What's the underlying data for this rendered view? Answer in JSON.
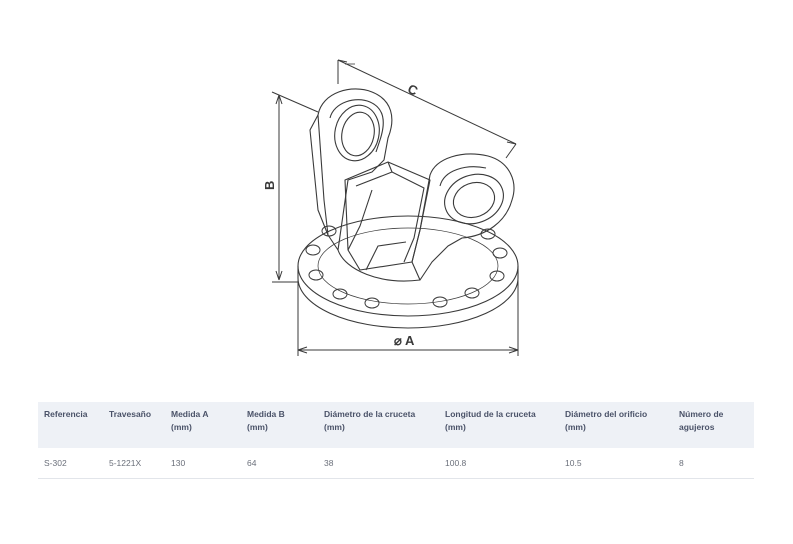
{
  "drawing": {
    "label_c": "C",
    "label_b": "B",
    "label_a": "⌀ A"
  },
  "table": {
    "headers": [
      [
        "Referencia"
      ],
      [
        "Travesaño"
      ],
      [
        "Medida A",
        "(mm)"
      ],
      [
        "Medida B",
        "(mm)"
      ],
      [
        "Diámetro de la cruceta",
        "(mm)"
      ],
      [
        "Longitud de la cruceta",
        "(mm)"
      ],
      [
        "Diámetro del orificio",
        "(mm)"
      ],
      [
        "Número de",
        "agujeros"
      ]
    ],
    "rows": [
      [
        "S-302",
        "5-1221X",
        "130",
        "64",
        "38",
        "100.8",
        "10.5",
        "8"
      ]
    ]
  }
}
